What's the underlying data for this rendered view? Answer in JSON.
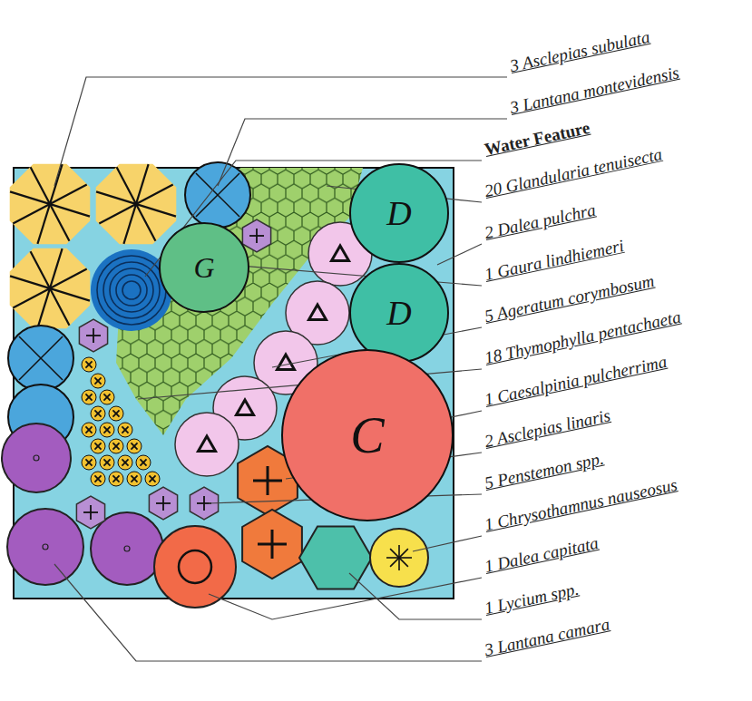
{
  "diagram": {
    "nodes": [
      {
        "text": [
          "D"
        ]
      },
      {
        "text": [
          "G"
        ]
      },
      {
        "text": [
          "D"
        ]
      },
      {
        "text": [
          "C"
        ]
      }
    ],
    "labels": [
      "3 Asclepias subulata",
      "3 Lantana montevidensis",
      "Water Feature",
      "20 Glandularia tenuisecta",
      "2 Dalea pulchra",
      "1 Gaura lindhiemeri",
      "5 Ageratum corymbosum",
      "18 Thymophylla pentachaeta",
      "1 Caesalpinia pulcherrima",
      "2 Asclepias linaris",
      "5 Penstemon spp.",
      "1 Chrysothamnus nauseosus",
      "1 Dalea capitata",
      "1 Lycium spp.",
      "3 Lantana camara"
    ]
  }
}
